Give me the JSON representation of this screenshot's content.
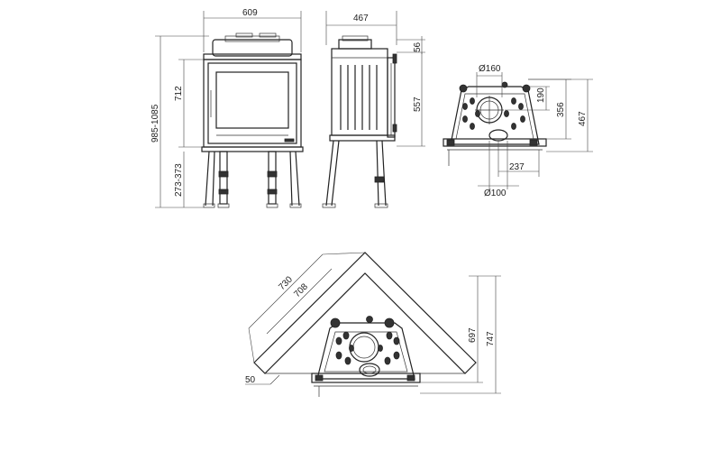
{
  "dimensions": {
    "front_width": "609",
    "side_depth": "467",
    "total_height": "985-1085",
    "body_height": "712",
    "leg_height": "273-373",
    "top_offset": "56",
    "side_body_height": "557",
    "flue_diameter": "Ø160",
    "flue_offset": "190",
    "plan_depth_356": "356",
    "plan_depth_467": "467",
    "air_offset": "237",
    "air_diameter": "Ø100",
    "corner_730": "730",
    "corner_708": "708",
    "corner_50": "50",
    "corner_697": "697",
    "corner_747": "747"
  }
}
